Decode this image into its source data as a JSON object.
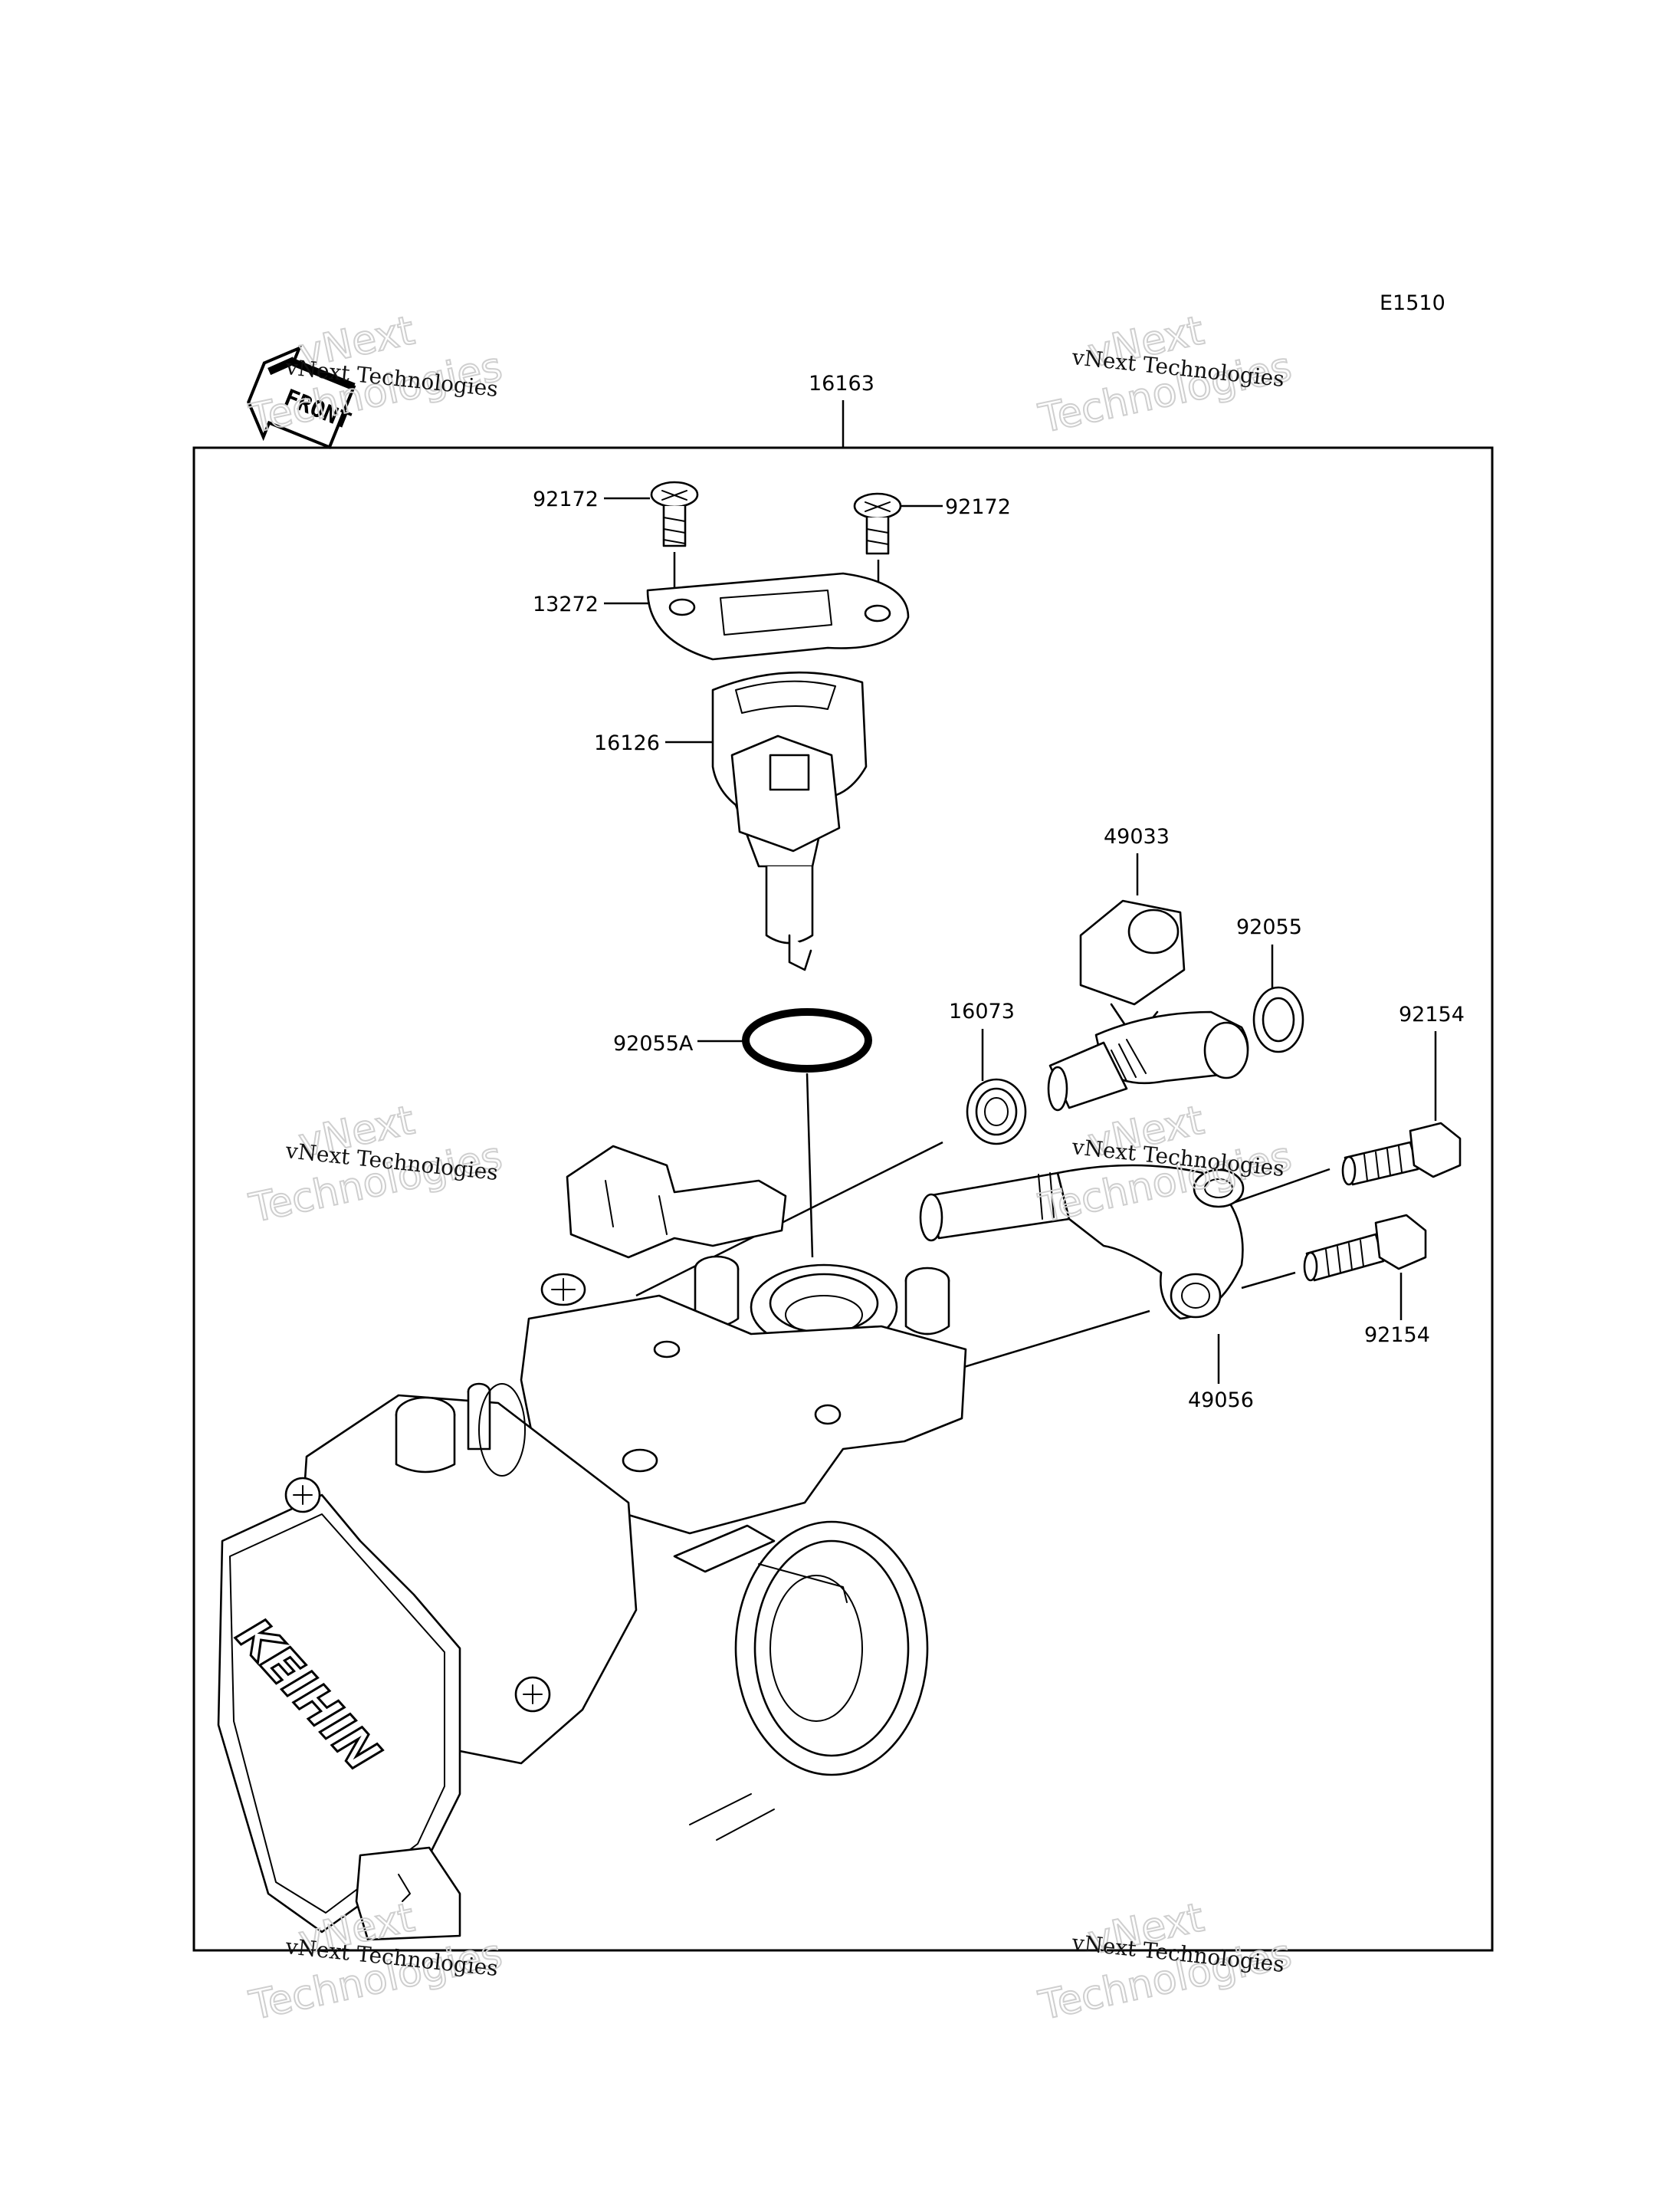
{
  "diagram_code": "E1510",
  "front_label": "FRONT",
  "assembly_label": "16163",
  "callouts": {
    "screw_left": "92172",
    "screw_right": "92172",
    "gasket": "13272",
    "sensor": "16126",
    "oring": "92055A",
    "seal_small": "16073",
    "temp_sensor": "49033",
    "seal_temp": "92055",
    "bolt_upper": "92154",
    "bolt_lower": "92154",
    "fitting": "49056"
  },
  "brand_logo": "KEIHIN",
  "watermark": {
    "line1": "vNext",
    "line2": "Technologies",
    "caption": "vNext Technologies"
  }
}
